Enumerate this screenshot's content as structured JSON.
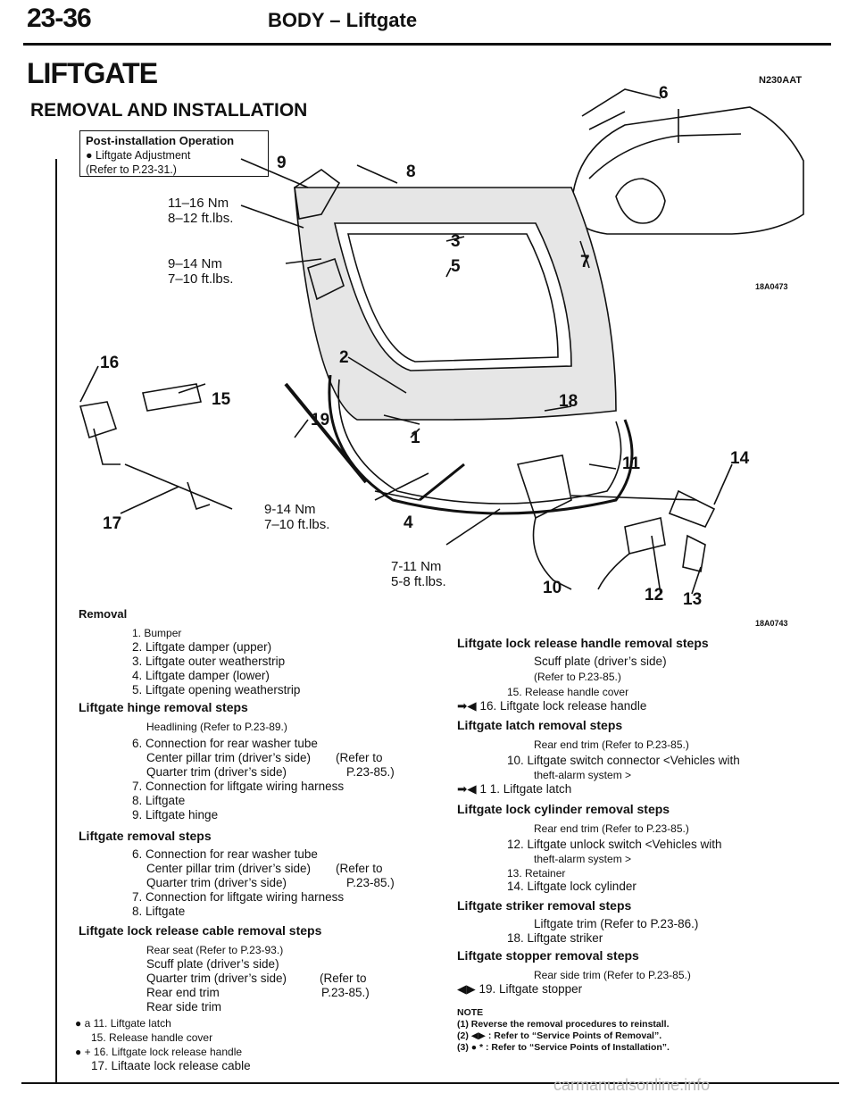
{
  "header": {
    "page_number": "23-36",
    "section": "BODY – Liftgate"
  },
  "title": "LIFTGATE",
  "doc_code": "N230AAT",
  "subtitle": "REMOVAL AND INSTALLATION",
  "post_box": {
    "heading": "Post-installation Operation",
    "line1": "● Liftgate Adjustment",
    "line2": "(Refer to P.23-31.)"
  },
  "figure": {
    "code_top": "18A0473",
    "code_main": "18A0743",
    "torques": {
      "t1a": "11–16 Nm",
      "t1b": "8–12 ft.lbs.",
      "t2a": "9–14 Nm",
      "t2b": "7–10 ft.lbs.",
      "t3a": "9-14 Nm",
      "t3b": "7–10 ft.lbs.",
      "t4a": "7-11 Nm",
      "t4b": "5-8 ft.lbs."
    },
    "callouts": {
      "c1": "1",
      "c2": "2",
      "c3": "3",
      "c4": "4",
      "c5": "5",
      "c6": "6",
      "c7": "7",
      "c8": "8",
      "c9": "9",
      "c10": "10",
      "c11": "11",
      "c12": "12",
      "c13": "13",
      "c14": "14",
      "c15": "15",
      "c16": "16",
      "c17": "17",
      "c18": "18",
      "c19": "19"
    }
  },
  "left": {
    "removal_title": "Removal",
    "removal_steps": [
      "1. Bumper",
      "2. Liftgate damper (upper)",
      "3. Liftgate outer weatherstrip",
      "4. Liftgate damper (lower)",
      "5. Liftgate opening weatherstrip"
    ],
    "hinge_title": "Liftgate hinge removal steps",
    "hinge_pre": "Headlining (Refer to P.23-89.)",
    "hinge_step6": "6. Connection for rear washer tube",
    "hinge_cp": "Center pillar trim (driver’s side)",
    "hinge_qt": "Quarter trim (driver’s side)",
    "hinge_ref1": "(Refer to",
    "hinge_ref2": "P.23-85.)",
    "hinge_step7": "7. Connection for liftgate wiring harness",
    "hinge_step8": "8. Liftgate",
    "hinge_step9": "9. Liftgate hinge",
    "lg_title": "Liftgate removal steps",
    "lg_step6": "6. Connection for rear washer tube",
    "lg_cp": "Center pillar trim (driver’s side)",
    "lg_qt": "Quarter trim (driver’s side)",
    "lg_ref1": "(Refer to",
    "lg_ref2": "P.23-85.)",
    "lg_step7": "7. Connection for liftgate wiring harness",
    "lg_step8": "8. Liftgate",
    "cable_title": "Liftgate lock release cable removal steps",
    "cable_pre1": "Rear seat (Refer to P.23-93.)",
    "cable_pre2": "Scuff plate (driver’s side)",
    "cable_pre3": "Quarter trim (driver’s side)",
    "cable_pre4": "Rear end trim",
    "cable_pre5": "Rear side trim",
    "cable_ref1": "(Refer to",
    "cable_ref2": "P.23-85.)",
    "cable_s1": "● a 11. Liftgate latch",
    "cable_s2": "15. Release handle cover",
    "cable_s3": "● + 16. Liftgate lock release handle",
    "cable_s4": "17. Liftaate lock release cable"
  },
  "right": {
    "handle_title": "Liftgate lock release handle removal steps",
    "handle_pre1": "Scuff plate (driver’s side)",
    "handle_pre2": "(Refer to P.23-85.)",
    "handle_s1": "15. Release handle cover",
    "handle_s2": "➡◀ 16. Liftgate lock release handle",
    "latch_title": "Liftgate latch removal steps",
    "latch_pre": "Rear end trim (Refer to P.23-85.)",
    "latch_s1": "10. Liftgate switch connector <Vehicles with",
    "latch_s1b": "theft-alarm system >",
    "latch_s2": "➡◀ 1 1. Liftgate latch",
    "cyl_title": "Liftgate lock cylinder removal steps",
    "cyl_pre": "Rear end trim (Refer to P.23-85.)",
    "cyl_s1": "12. Liftgate unlock switch <Vehicles with",
    "cyl_s1b": "theft-alarm system >",
    "cyl_s2": "13. Retainer",
    "cyl_s3": "14. Liftgate lock cylinder",
    "striker_title": "Liftgate striker removal steps",
    "striker_pre": "Liftgate trim (Refer to P.23-86.)",
    "striker_s1": "18. Liftgate striker",
    "stopper_title": "Liftgate stopper removal steps",
    "stopper_pre": "Rear side trim (Refer to P.23-85.)",
    "stopper_s1": "◀▶     19. Liftgate stopper",
    "note_title": "NOTE",
    "note1": "(1) Reverse the removal procedures to reinstall.",
    "note2": "(2) ◀▶ : Refer to “Service Points of Removal”.",
    "note3": "(3) ● * : Refer to “Service Points of Installation”."
  },
  "watermark": "carmanualsonline.info"
}
